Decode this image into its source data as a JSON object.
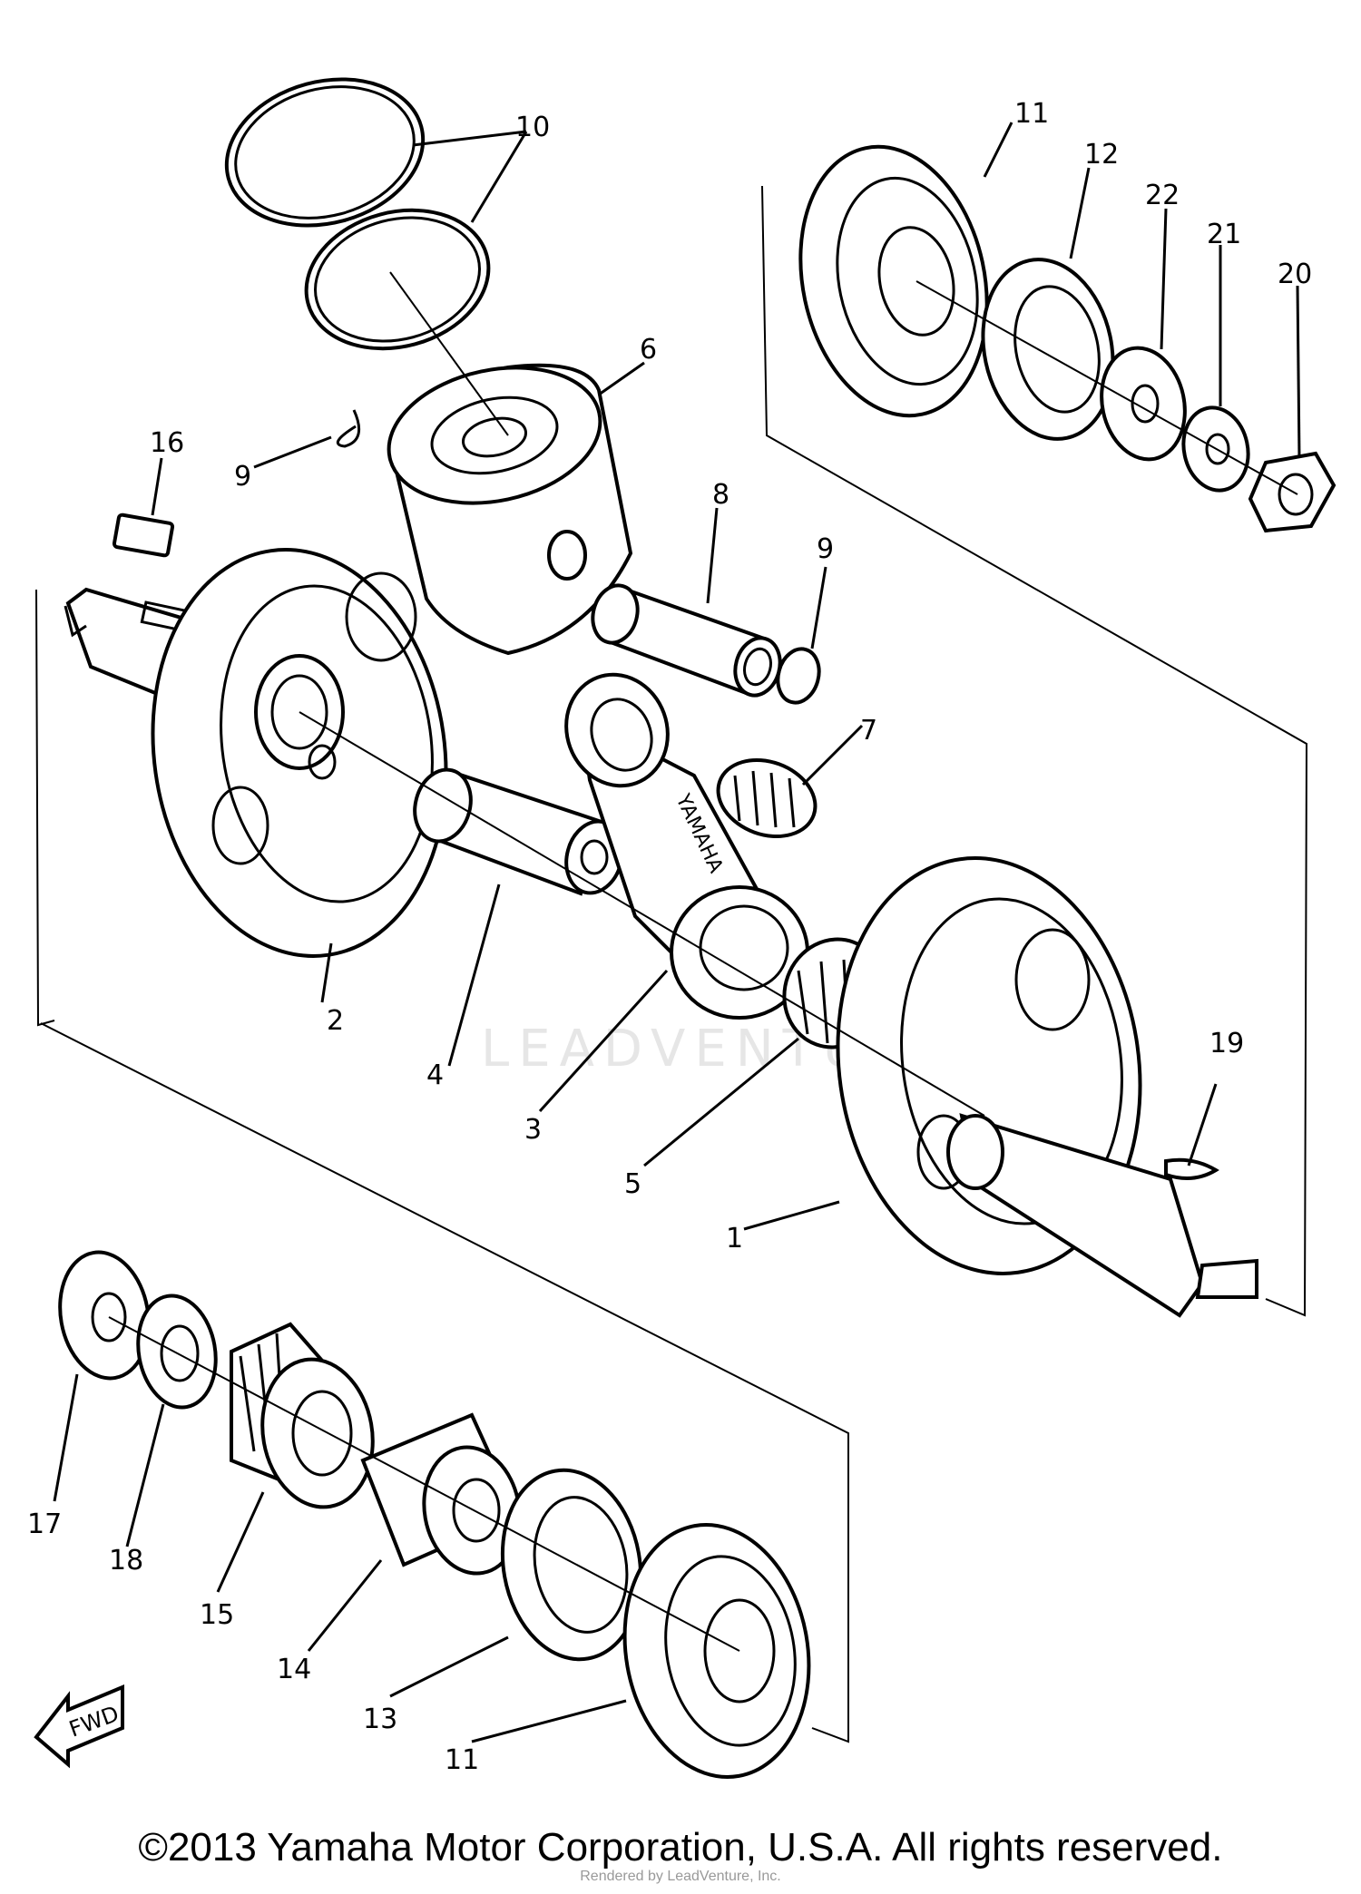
{
  "labels": {
    "p1": "1",
    "p2": "2",
    "p3": "3",
    "p4": "4",
    "p5": "5",
    "p6": "6",
    "p7": "7",
    "p8": "8",
    "p9a": "9",
    "p9b": "9",
    "p10": "10",
    "p11a": "11",
    "p11b": "11",
    "p12": "12",
    "p13": "13",
    "p14": "14",
    "p15": "15",
    "p16": "16",
    "p17": "17",
    "p18": "18",
    "p19": "19",
    "p20": "20",
    "p21": "21",
    "p22": "22"
  },
  "fwd_label": "FWD",
  "rod_marking": "YAMAHA",
  "watermark": "LEADVENTURE",
  "copyright": "©2013 Yamaha Motor Corporation, U.S.A. All rights reserved.",
  "footer_note": "Rendered by LeadVenture, Inc."
}
